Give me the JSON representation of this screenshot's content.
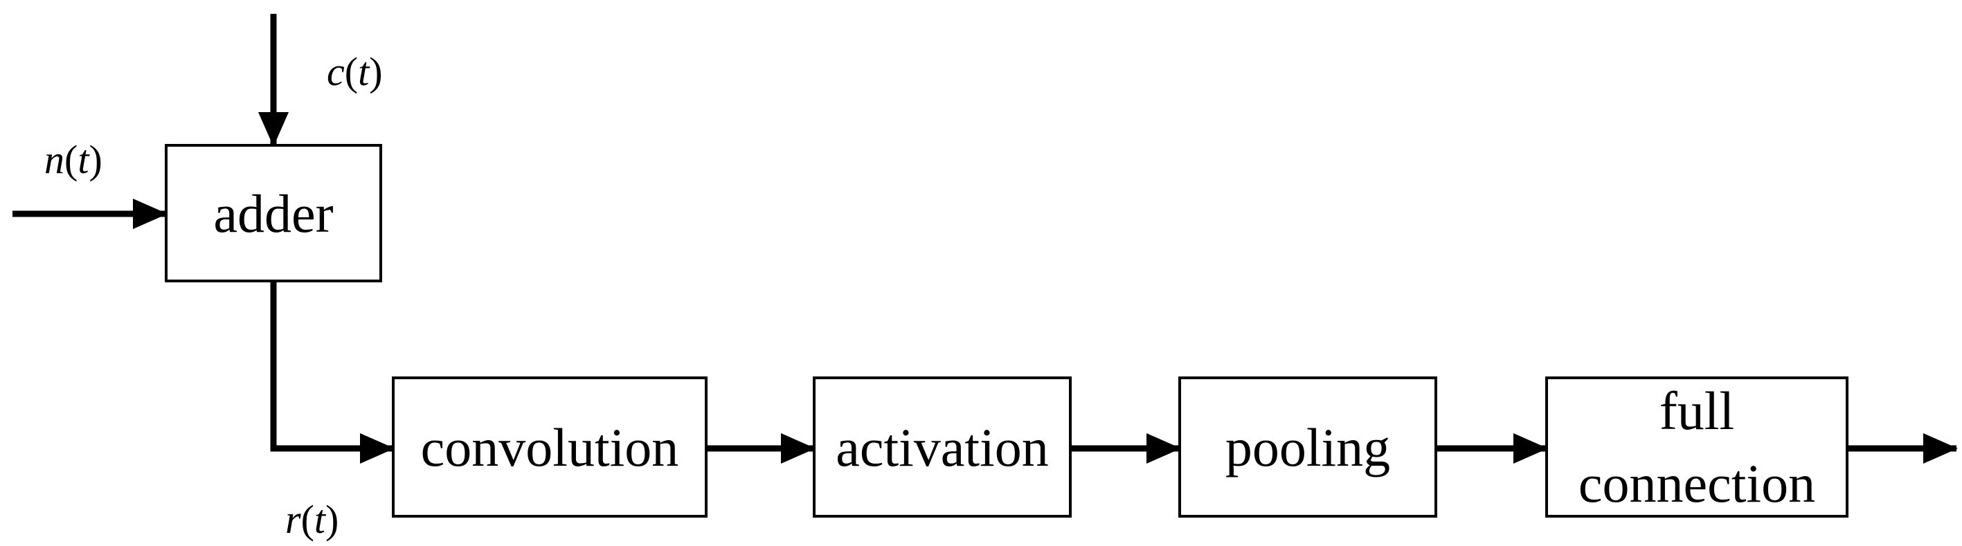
{
  "diagram": {
    "signals": {
      "c": {
        "name": "c",
        "arg": "t"
      },
      "n": {
        "name": "n",
        "arg": "t"
      },
      "r": {
        "name": "r",
        "arg": "t"
      }
    },
    "blocks": {
      "adder": "adder",
      "convolution": "convolution",
      "activation": "activation",
      "pooling": "pooling",
      "full_connection_line1": "full",
      "full_connection_line2": "connection"
    },
    "colors": {
      "stroke": "#000000",
      "background": "#ffffff"
    }
  }
}
